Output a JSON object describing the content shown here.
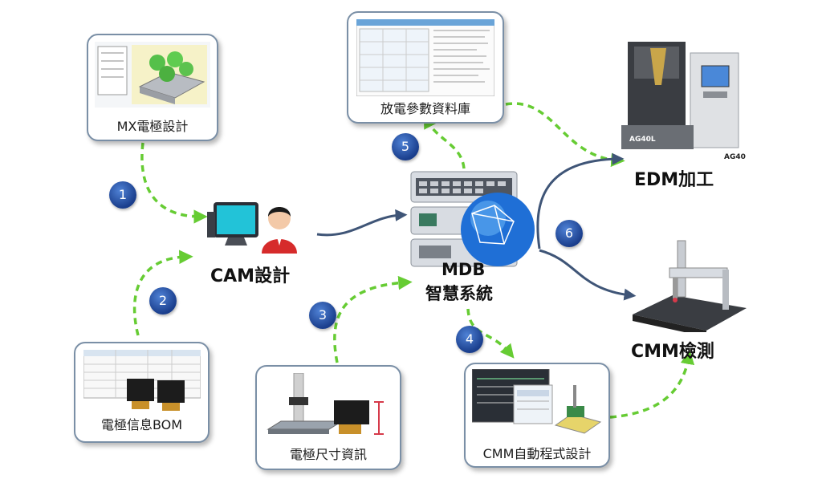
{
  "cards": {
    "mx": "MX電極設計",
    "db": "放電參數資料庫",
    "bom": "電極信息BOM",
    "size": "電極尺寸資訊",
    "cmm_prog": "CMM自動程式設計"
  },
  "nodes": {
    "cam": "CAM設計",
    "mdb_line1": "MDB",
    "mdb_line2": "智慧系統",
    "edm": "EDM加工",
    "cmm": "CMM檢測",
    "machine_tag": "AG40",
    "machine_brand": "AG40L"
  },
  "steps": [
    "1",
    "2",
    "3",
    "4",
    "5",
    "6"
  ],
  "colors": {
    "dashed_arrow": "#66cc33",
    "solid_arrow": "#3f5577",
    "step_badge": "#1f4ea0",
    "card_border": "#7a8fa6"
  }
}
